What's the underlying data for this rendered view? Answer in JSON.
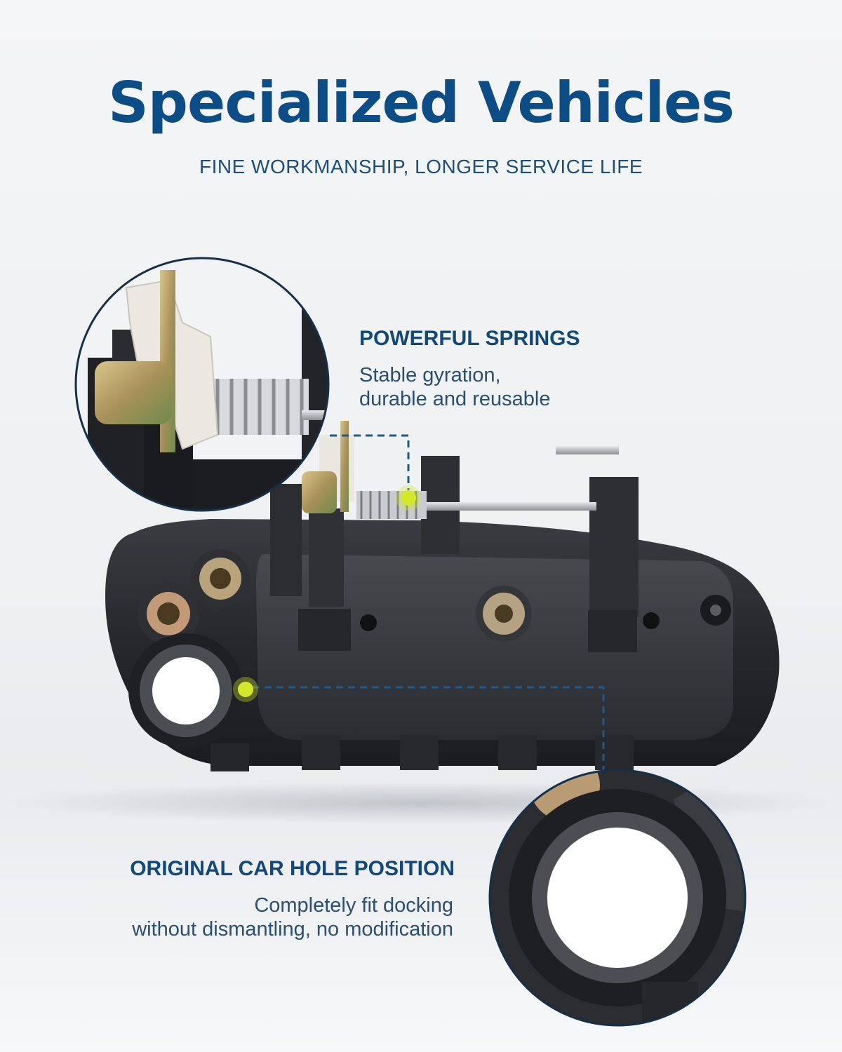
{
  "header": {
    "title": "Specialized Vehicles",
    "subtitle": "FINE WORKMANSHIP, LONGER SERVICE LIFE"
  },
  "features": [
    {
      "title": "POWERFUL SPRINGS",
      "description_lines": [
        "Stable gyration,",
        "durable and reusable"
      ]
    },
    {
      "title": "ORIGINAL CAR HOLE POSITION",
      "description_lines": [
        "Completely fit docking",
        "without dismantling, no modification"
      ]
    }
  ],
  "colors": {
    "title": "#0d4d86",
    "accent_dot": "#d4e82c",
    "callout_line": "#1d5a8a",
    "part_body": "#2a2c30"
  }
}
